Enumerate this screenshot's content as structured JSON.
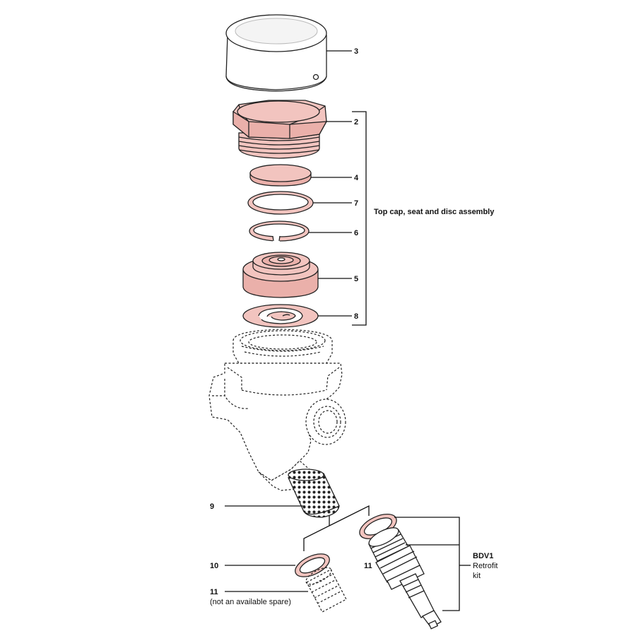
{
  "labels": {
    "part_3": "3",
    "part_2": "2",
    "part_4": "4",
    "part_7": "7",
    "part_6": "6",
    "part_5": "5",
    "part_8": "8",
    "part_9": "9",
    "part_10": "10",
    "part_11_left": "11",
    "part_11_left_note": "(not an available spare)",
    "part_11_right": "11"
  },
  "assembly_label": "Top cap, seat and disc assembly",
  "kit": {
    "name": "BDV1",
    "line1": "Retrofit",
    "line2": "kit"
  },
  "colors": {
    "part_fill": "#f2c4bf",
    "line": "#111111"
  }
}
